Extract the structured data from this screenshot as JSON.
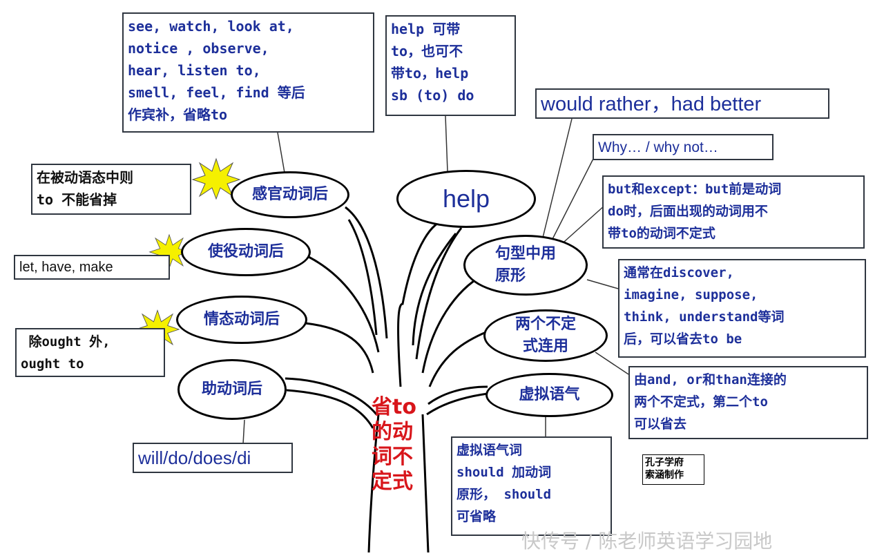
{
  "title": "省to的动词不定式",
  "branches": {
    "perception": "感官动词后",
    "causative": "使役动词后",
    "modal": "情态动词后",
    "auxiliary": "助动词后",
    "help": "help",
    "pattern": "句型中用\n原形",
    "two_infinitives": "两个不定\n式连用",
    "subjunctive": "虚拟语气"
  },
  "notes": {
    "perception_verbs": "see, watch, look at,\nnotice , observe,\nhear, listen to,\nsmell, feel, find 等后\n作宾补，省略to",
    "passive": "在被动语态中则\nto 不能省掉",
    "causative_verbs": "let, have, make",
    "modal_except": " 除ought 外,\nought to",
    "auxiliary_verbs": "will/do/does/di",
    "help_note": "help 可带\nto，也可不\n带to，help\nsb (to) do",
    "would_rather": "would rather，had better",
    "why": "Why… / why not…",
    "but_except": "but和except：but前是动词\ndo时，后面出现的动词用不\n带to的动词不定式",
    "discover": "通常在discover,\nimagine, suppose,\nthink, understand等词\n后，可以省去to be",
    "and_or_than": "由and, or和than连接的\n两个不定式，第二个to\n可以省去",
    "subjunctive_note": "虚拟语气词\nshould 加动词\n原形， should\n可省略"
  },
  "credit": "孔子学府\n索涵制作",
  "watermark": "快传号 / 陈老师英语学习园地",
  "colors": {
    "text": "#1d2f9a",
    "trunk_text": "#d8161b",
    "star": "#f5f000"
  }
}
